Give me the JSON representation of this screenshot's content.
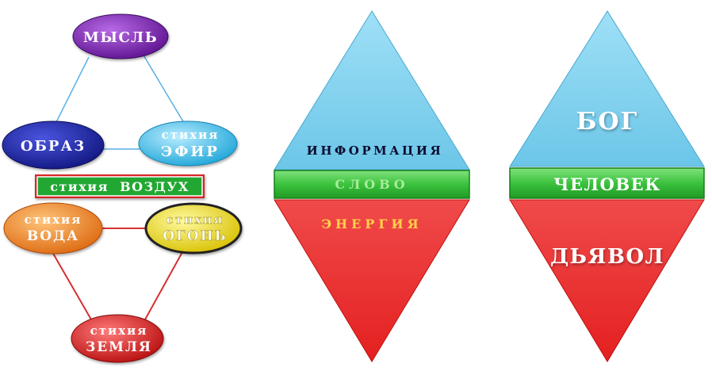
{
  "left_diagram": {
    "nodes": {
      "thought": {
        "label": "МЫСЛЬ",
        "color": "#7a1fb8"
      },
      "image": {
        "label": "ОБРАЗ",
        "color": "#1c23a8"
      },
      "ether": {
        "label_top": "стихия",
        "label_bottom": "ЭФИР",
        "color": "#3cc4ee"
      },
      "air": {
        "label": "стихия  ВОЗДУХ",
        "color": "#22a832"
      },
      "water": {
        "label_top": "стихия",
        "label_bottom": "ВОДА",
        "color": "#f08a2a"
      },
      "fire": {
        "label_top": "стихия",
        "label_bottom": "ОГОНЬ",
        "color": "#f2e21c"
      },
      "earth": {
        "label_top": "стихия",
        "label_bottom": "ЗЕМЛЯ",
        "color": "#e02424"
      }
    },
    "line_colors": {
      "upper": "#5aaee6",
      "lower": "#d63030"
    }
  },
  "middle_diamond": {
    "top": {
      "label": "ИНФОРМАЦИЯ",
      "color": "#79cfec"
    },
    "band": {
      "label": "СЛОВО",
      "color": "#3cc23e"
    },
    "bottom": {
      "label": "ЭНЕРГИЯ",
      "color": "#ec3232"
    }
  },
  "right_diamond": {
    "top": {
      "label": "БОГ",
      "color": "#79cfec"
    },
    "band": {
      "label": "ЧЕЛОВЕК",
      "color": "#3cc23e"
    },
    "bottom": {
      "label": "ДЬЯВОЛ",
      "color": "#ec3232"
    }
  }
}
